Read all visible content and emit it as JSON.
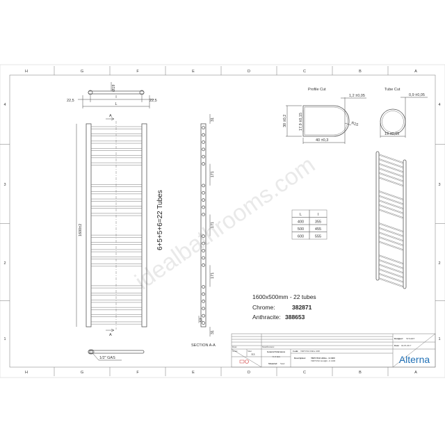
{
  "frame": {
    "columns": [
      "H",
      "G",
      "F",
      "E",
      "D",
      "C",
      "B",
      "A"
    ],
    "rows": [
      "4",
      "3",
      "2",
      "1"
    ]
  },
  "top_view": {
    "left_offset": "22,5",
    "right_offset": "22,5",
    "inner": "I",
    "overall": "L",
    "tube_dia": "Ø19"
  },
  "front_view": {
    "height": "1600±2",
    "tubes_formula": "6+5+5+6=22 Tubes",
    "section_marker": "A",
    "tube_groups": [
      6,
      5,
      5,
      6
    ]
  },
  "bottom_view": {
    "connection": "1/2\" GAS"
  },
  "section": {
    "title": "SECTION  A-A",
    "top": "31",
    "bottom": "31",
    "gap": "171",
    "pitch": "57"
  },
  "profile_cut": {
    "title": "Profile Cut",
    "wall": "1,2 ±0,05",
    "height": "30 ±0,2",
    "inner": "17,9 ±0,15",
    "radius": "R15",
    "width": "40 ±0,3"
  },
  "tube_cut": {
    "title": "Tube Cut",
    "wall": "0,9 ±0,05",
    "diameter": "19 ±0,05"
  },
  "size_table": {
    "headers": [
      "L",
      "I"
    ],
    "rows": [
      [
        "400",
        "355"
      ],
      [
        "500",
        "455"
      ],
      [
        "600",
        "555"
      ]
    ]
  },
  "product": {
    "size": "1600x500mm - 22 tubes",
    "chrome_label": "Chrome:",
    "chrome_code": "382871",
    "anthracite_label": "Anthracite:",
    "anthracite_code": "388653"
  },
  "title_block": {
    "date_label": "Date:",
    "modification_label": "Modification:",
    "scale_label": "Scale:",
    "size_label": "Size:",
    "size": "A3",
    "tolerance_label": "General Tolerances",
    "tolerance": "±1.0 mm",
    "material_label": "Material:",
    "material": "Steel",
    "code_label": "Code:",
    "code": "TREVISO DRA 1600",
    "description_label": "Description:",
    "description_1": "TREVISO dritto - h 1600",
    "description_2": "TREVISO straight - h 1600",
    "designer_label": "Designer:",
    "designer": "STUART",
    "drawing_date_label": "Date:",
    "drawing_date": "04.05.2017",
    "logo": "Alterna",
    "logo_color": "#1f6fb5"
  },
  "watermark": "idealbathrooms.com"
}
